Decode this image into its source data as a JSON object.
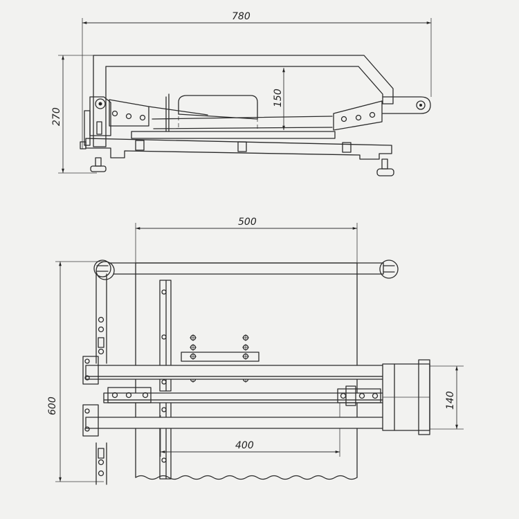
{
  "top_view": {
    "dim_overall_width": "780",
    "dim_height": "270",
    "dim_inner_height": "150"
  },
  "plan_view": {
    "dim_table_width": "500",
    "dim_depth": "600",
    "dim_guide_length": "400",
    "dim_housing": "140"
  }
}
